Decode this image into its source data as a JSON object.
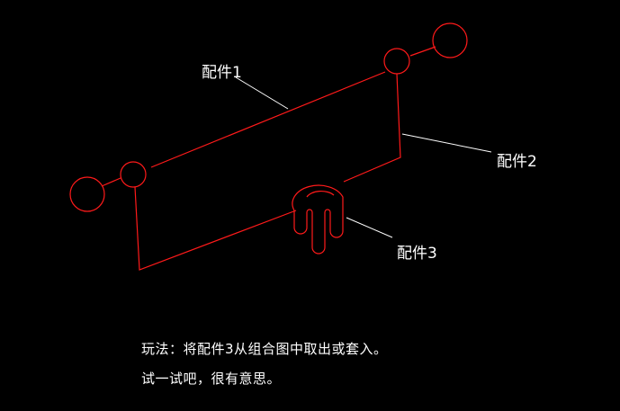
{
  "labels": {
    "part1": "配件1",
    "part2": "配件2",
    "part3": "配件3"
  },
  "instructions": {
    "line1": "玩法：将配件3从组合图中取出或套入。",
    "line2": "试一试吧，很有意思。"
  },
  "colors": {
    "background": "#000000",
    "geometry": "#ff1a1a",
    "leader": "#ffffff",
    "text": "#ffffff"
  }
}
